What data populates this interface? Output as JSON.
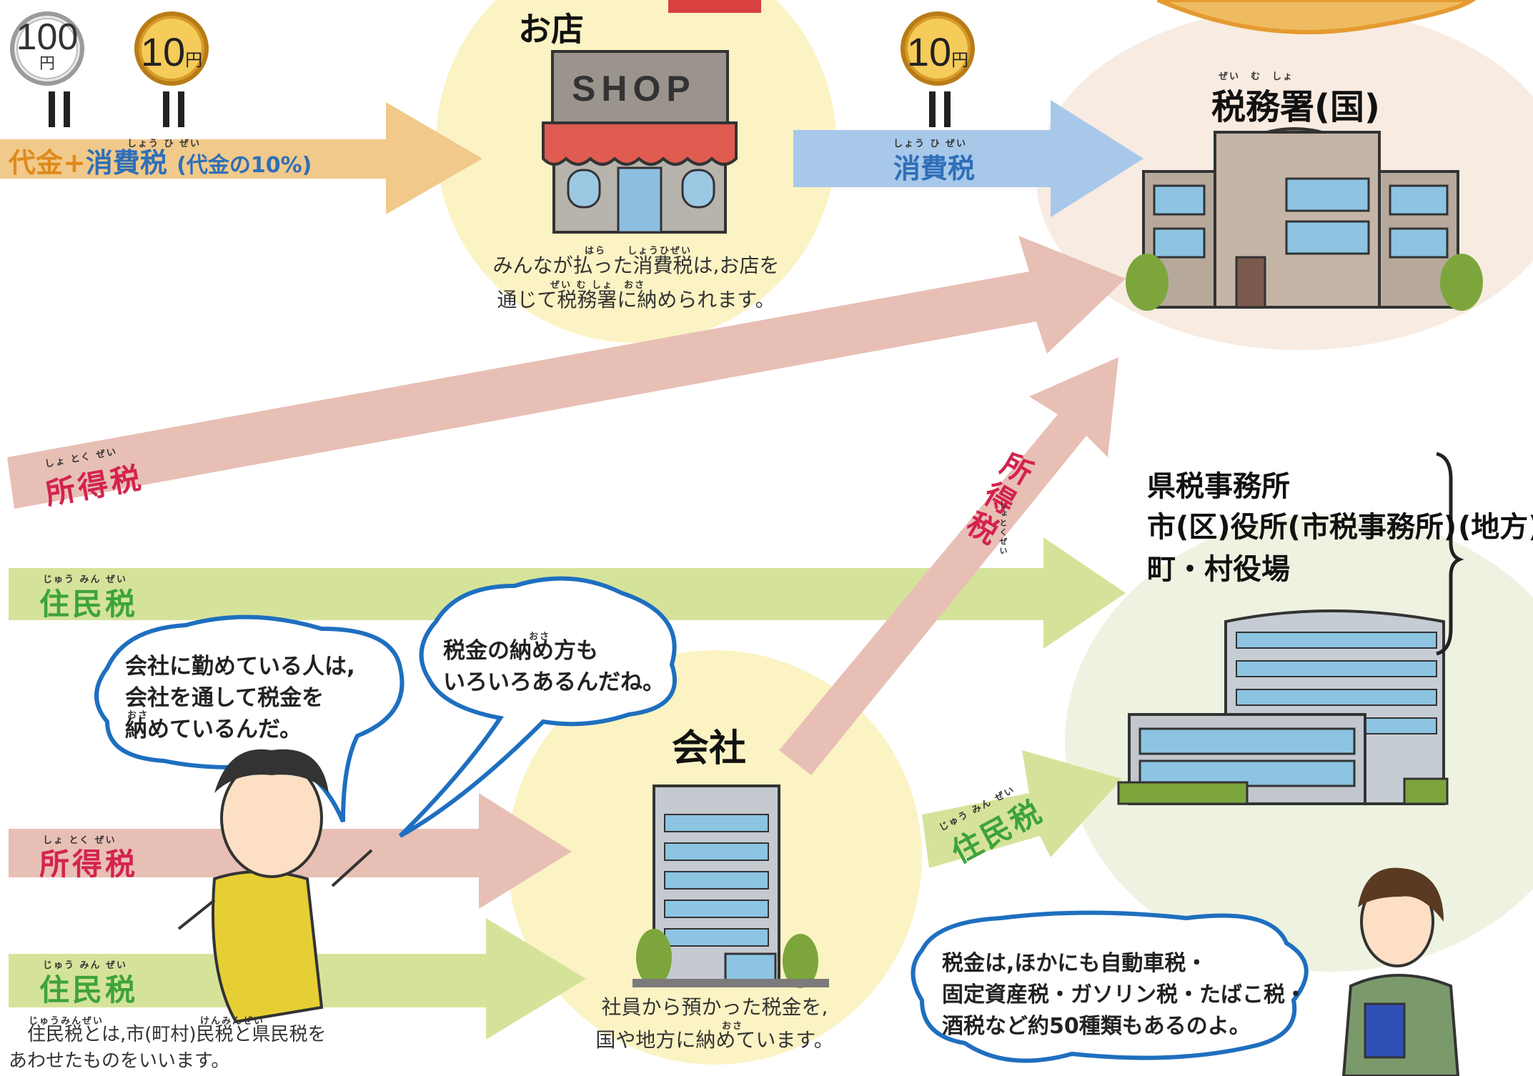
{
  "coins": {
    "coin_100": {
      "value": "100",
      "unit": "円"
    },
    "coin_10_left": {
      "value": "10",
      "unit": "円"
    },
    "coin_10_right": {
      "value": "10",
      "unit": "円"
    }
  },
  "arrows": {
    "top_payment": {
      "daikin": "代金",
      "plus": "+",
      "shohizei": "消費税",
      "shohizei_ruby": "しょう ひ ぜい",
      "note": "(代金の10%)"
    },
    "shop_to_office": {
      "label": "消費税",
      "ruby": "しょう ひ ぜい"
    },
    "income_tax_top": {
      "label": "所得税",
      "ruby": "しょ とく ぜい"
    },
    "resident_tax_mid": {
      "label": "住民税",
      "ruby": "じゅう みん ぜい"
    },
    "income_tax_bottom": {
      "label": "所得税",
      "ruby": "しょ とく ぜい"
    },
    "resident_tax_bottom": {
      "label": "住民税",
      "ruby": "じゅう みん ぜい"
    },
    "company_income_tax": {
      "label": "所得税",
      "ruby": "しょとくぜい"
    },
    "company_resident_tax": {
      "label": "住民税",
      "ruby": "じゅう みん ぜい"
    }
  },
  "shop": {
    "title": "お店",
    "sign": "SHOP",
    "caption_ruby_1": "はら　　しょうひぜい",
    "caption_line1": "みんなが払った消費税は,お店を",
    "caption_ruby_2": "ぜい む しょ　おさ",
    "caption_line2": "通じて税務署に納められます。"
  },
  "tax_office": {
    "title": "税務署(国)",
    "ruby": "ぜい　む　しょ"
  },
  "local": {
    "line1": "県税事務所",
    "line2": "市(区)役所(市税事務所)",
    "line3": "町・村役場",
    "bracket_label": "(地方)"
  },
  "company": {
    "title": "会社",
    "caption_line1": "社員から預かった税金を,",
    "caption_ruby": "おさ",
    "caption_line2": "国や地方に納めています。"
  },
  "bubbles": {
    "boy": {
      "ruby": "おさ",
      "line1": "会社に勤めている人は,",
      "line2": "会社を通して税金を",
      "line3": "納めているんだ。"
    },
    "middle": {
      "ruby": "おさ",
      "line1": "税金の納め方も",
      "line2": "いろいろあるんだね。"
    },
    "woman": {
      "line1": "税金は,ほかにも自動車税・",
      "line2": "固定資産税・ガソリン税・たばこ税・",
      "line3": "酒税など約50種類もあるのよ。"
    }
  },
  "footnote": {
    "ruby": "じゅうみんぜい　　　　　　　　　けんみんぜい",
    "line1": "住民税とは,市(町村)民税と県民税を",
    "line2": "あわせたものをいいます。"
  },
  "colors": {
    "orange_arrow": "#f1c98a",
    "orange_text": "#e08a1c",
    "blue_arrow": "#a8c8ea",
    "blue_text": "#2f6fb8",
    "pink_arrow": "#e8bfb5",
    "pink_text": "#d3234f",
    "green_arrow": "#d5e39a",
    "green_text": "#3ea33a",
    "shop_circle": "#fbf3c3",
    "office_circle": "#f8ebe1",
    "local_circle": "#eef3e1"
  }
}
